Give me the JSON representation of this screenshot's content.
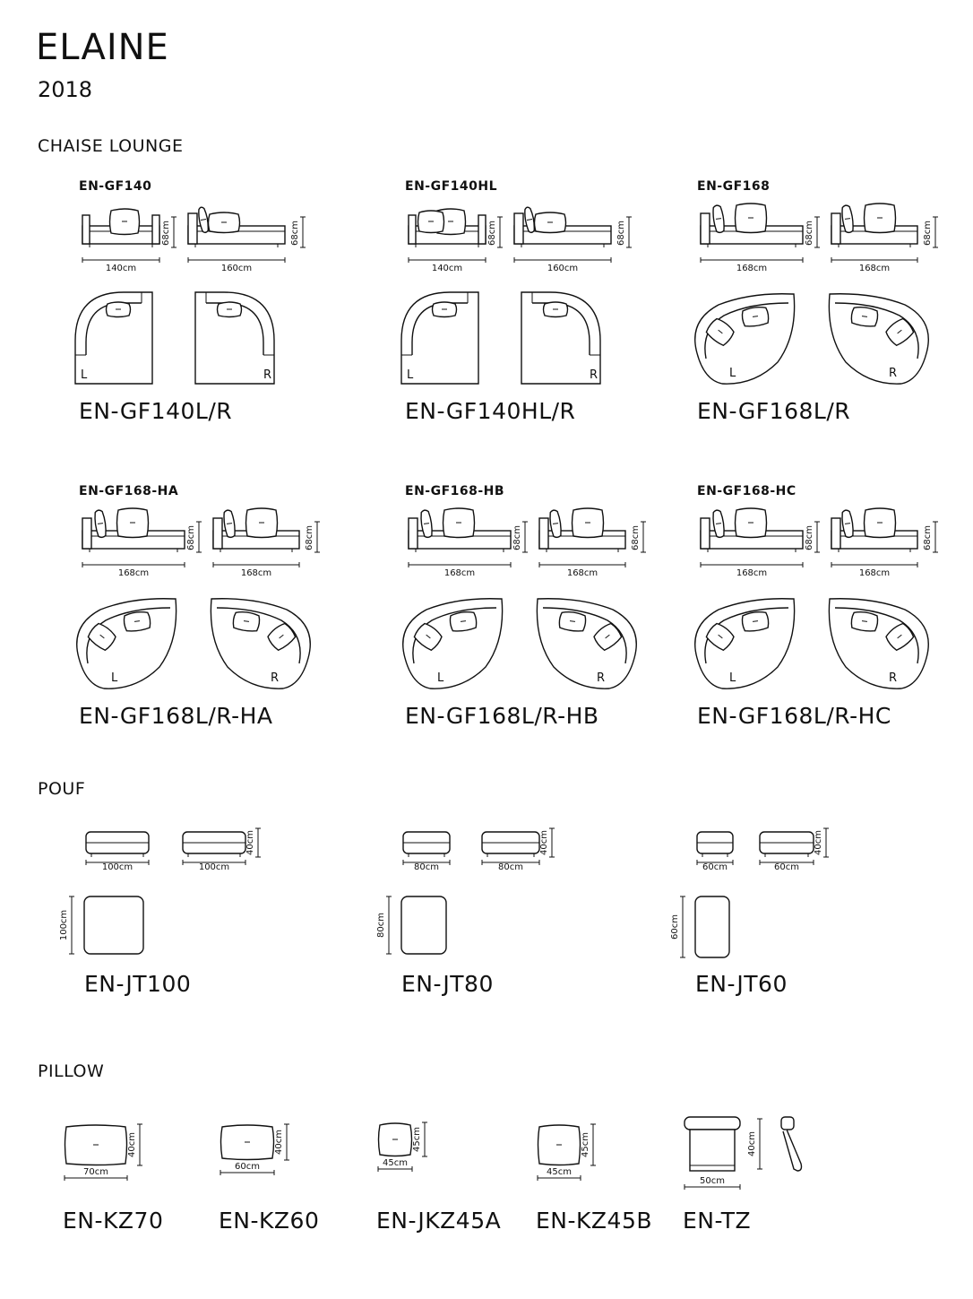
{
  "header": {
    "title": "ELAINE",
    "year": "2018"
  },
  "sections": {
    "chaise": "CHAISE LOUNGE",
    "pouf": "POUF",
    "pillow": "PILLOW"
  },
  "chaise": [
    {
      "code": "EN-GF140",
      "model": "EN-GF140L/R",
      "w1": "140cm",
      "w2": "160cm",
      "h": "68cm",
      "l": "L",
      "r": "R"
    },
    {
      "code": "EN-GF140HL",
      "model": "EN-GF140HL/R",
      "w1": "140cm",
      "w2": "160cm",
      "h": "68cm",
      "l": "L",
      "r": "R"
    },
    {
      "code": "EN-GF168",
      "model": "EN-GF168L/R",
      "w1": "168cm",
      "w2": "168cm",
      "h": "68cm",
      "l": "L",
      "r": "R"
    },
    {
      "code": "EN-GF168-HA",
      "model": "EN-GF168L/R-HA",
      "w1": "168cm",
      "w2": "168cm",
      "h": "68cm",
      "l": "L",
      "r": "R"
    },
    {
      "code": "EN-GF168-HB",
      "model": "EN-GF168L/R-HB",
      "w1": "168cm",
      "w2": "168cm",
      "h": "68cm",
      "l": "L",
      "r": "R"
    },
    {
      "code": "EN-GF168-HC",
      "model": "EN-GF168L/R-HC",
      "w1": "168cm",
      "w2": "168cm",
      "h": "68cm",
      "l": "L",
      "r": "R"
    }
  ],
  "pouf": [
    {
      "model": "EN-JT100",
      "w1": "100cm",
      "w2": "100cm",
      "h": "40cm",
      "d": "100cm"
    },
    {
      "model": "EN-JT80",
      "w1": "80cm",
      "w2": "80cm",
      "h": "40cm",
      "d": "80cm"
    },
    {
      "model": "EN-JT60",
      "w1": "60cm",
      "w2": "60cm",
      "h": "40cm",
      "d": "60cm"
    }
  ],
  "pillow": [
    {
      "model": "EN-KZ70",
      "w": "70cm",
      "h": "40cm"
    },
    {
      "model": "EN-KZ60",
      "w": "60cm",
      "h": "40cm"
    },
    {
      "model": "EN-JKZ45A",
      "w": "45cm",
      "h": "45cm"
    },
    {
      "model": "EN-KZ45B",
      "w": "45cm",
      "h": "45cm"
    },
    {
      "model": "EN-TZ",
      "w": "50cm",
      "h": "40cm"
    }
  ]
}
